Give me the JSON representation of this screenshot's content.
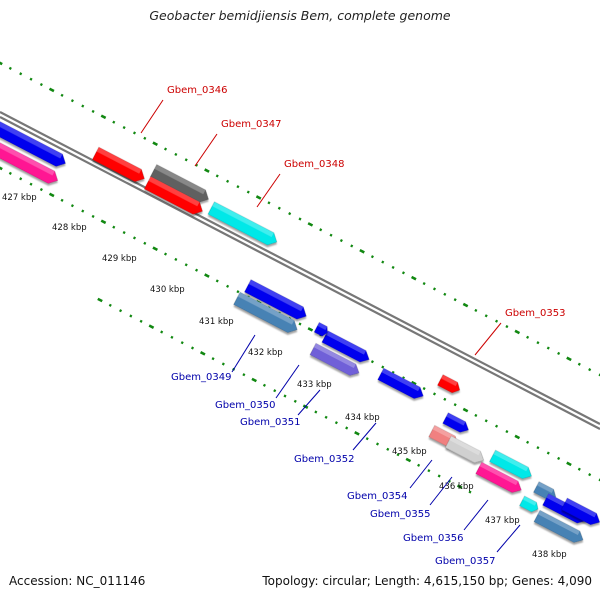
{
  "title": "Geobacter bemidjiensis Bem, complete genome",
  "footer": {
    "accession": "Accession: NC_011146",
    "summary": "Topology: circular; Length: 4,615,150 bp; Genes: 4,090"
  },
  "colors": {
    "backbone": "#777777",
    "upper_label": "#cc0000",
    "lower_label": "#0000aa",
    "tick_dots": "#118811"
  },
  "tick_labels": [
    "427 kbp",
    "428 kbp",
    "429 kbp",
    "430 kbp",
    "431 kbp",
    "432 kbp",
    "433 kbp",
    "434 kbp",
    "435 kbp",
    "436 kbp",
    "437 kbp",
    "438 kbp"
  ],
  "genes_upper": [
    {
      "id": "Gbem_0346",
      "color": "#ff0000",
      "icon": "forward-arrow-block"
    },
    {
      "id": "Gbem_0347",
      "color": "#606060",
      "icon": "forward-arrow-block"
    },
    {
      "id": "Gbem_0348",
      "color": "#00e8e8",
      "icon": "forward-arrow-block"
    },
    {
      "id": "Gbem_0353",
      "color": "#ff0000",
      "icon": "forward-arrow-block"
    }
  ],
  "genes_lower": [
    {
      "id": "Gbem_0349",
      "color": "#0000ee",
      "icon": "forward-arrow-block"
    },
    {
      "id": "Gbem_0350",
      "color": "#4682b4",
      "icon": "forward-arrow-block"
    },
    {
      "id": "Gbem_0351",
      "color": "#0000ee",
      "icon": "forward-arrow-block"
    },
    {
      "id": "Gbem_0352",
      "color": "#7060d8",
      "icon": "forward-arrow-block"
    },
    {
      "id": "Gbem_0354",
      "color": "#0000ee",
      "icon": "forward-arrow-block"
    },
    {
      "id": "Gbem_0355",
      "color": "#f08080",
      "icon": "forward-arrow-block"
    },
    {
      "id": "Gbem_0356",
      "color": "#d0d0d0",
      "icon": "forward-arrow-block"
    },
    {
      "id": "Gbem_0357",
      "color": "#ff1493",
      "icon": "forward-arrow-block"
    }
  ],
  "genes_unlabeled": [
    {
      "color": "#0000ee"
    },
    {
      "color": "#ff1493"
    },
    {
      "color": "#ff0000"
    },
    {
      "color": "#0000ee"
    },
    {
      "color": "#0000ee"
    },
    {
      "color": "#00e8e8"
    },
    {
      "color": "#4682b4"
    }
  ]
}
